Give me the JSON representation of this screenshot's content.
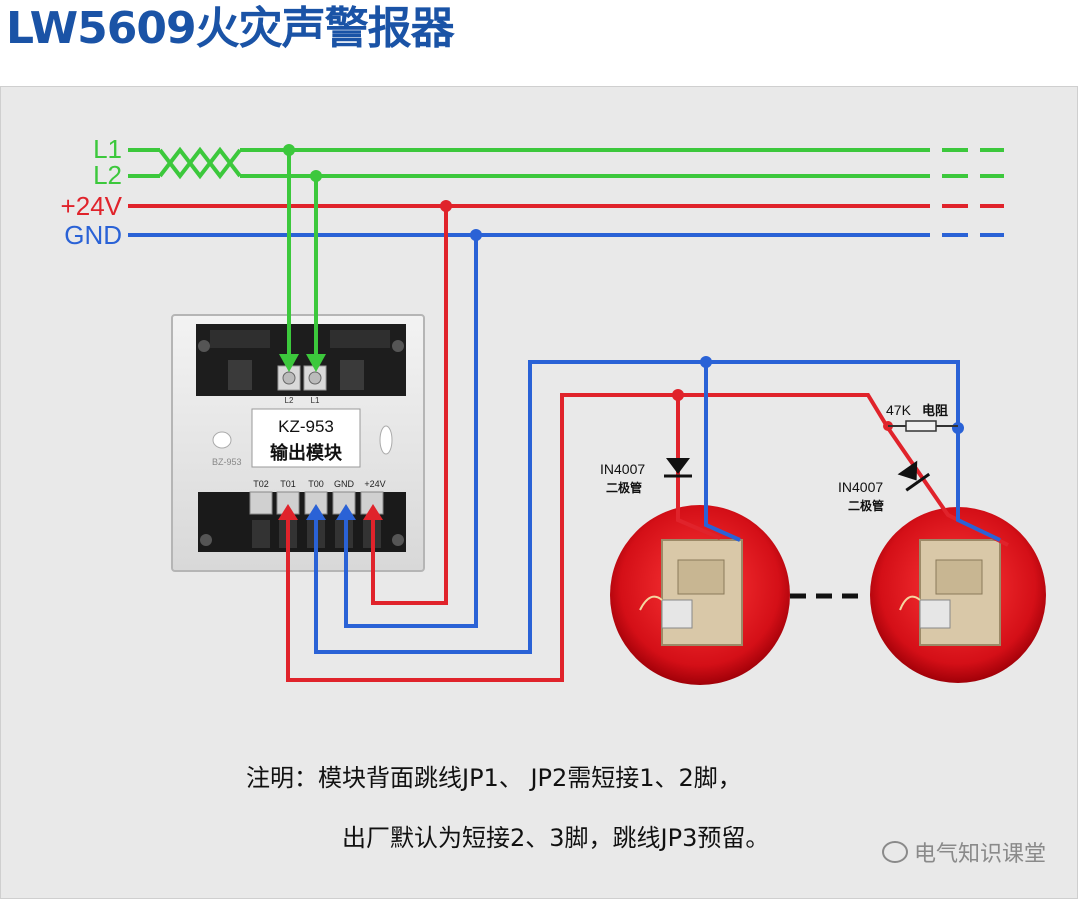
{
  "title": "LW5609火灾声警报器",
  "bus_labels": {
    "l1": "L1",
    "l2": "L2",
    "v24": "+24V",
    "gnd": "GND"
  },
  "module": {
    "model": "KZ-953",
    "name": "输出模块",
    "side_mark": "BZ-953",
    "top_terminals": [
      "L2",
      "L1"
    ],
    "bottom_terminals": [
      "T02",
      "T01",
      "T00",
      "GND",
      "+24V"
    ]
  },
  "components": {
    "diode1_model": "IN4007",
    "diode1_name": "二极管",
    "diode2_model": "IN4007",
    "diode2_name": "二极管",
    "resistor_value": "47K",
    "resistor_name": "电阻"
  },
  "notes": {
    "line1": "注明：模块背面跳线JP1、 JP2需短接1、2脚，",
    "line2": "出厂默认为短接2、3脚，跳线JP3预留。"
  },
  "watermark": "电气知识课堂",
  "colors": {
    "green": "#3cc83c",
    "red": "#e0232b",
    "blue": "#2a62d6",
    "title": "#1a53a6"
  }
}
